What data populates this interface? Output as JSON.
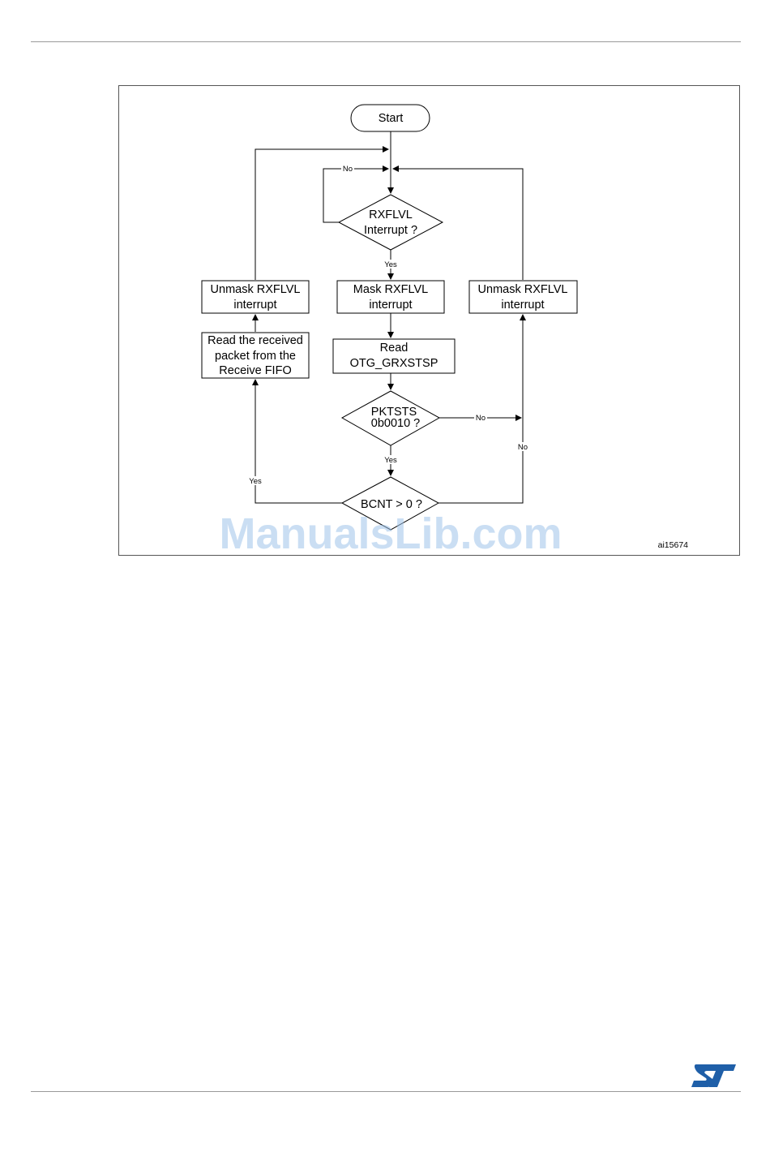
{
  "nodes": {
    "start": "Start",
    "decision_rxflvl": [
      "RXFLVL",
      "Interrupt ?"
    ],
    "mask_rxflvl": [
      "Mask RXFLVL",
      "interrupt"
    ],
    "unmask_left": [
      "Unmask RXFLVL",
      "interrupt"
    ],
    "unmask_right": [
      "Unmask RXFLVL",
      "interrupt"
    ],
    "read_grxstsp": [
      "Read",
      "OTG_GRXSTSP"
    ],
    "read_packet": [
      "Read the received",
      "packet from the",
      "Receive FIFO"
    ],
    "decision_pktsts": [
      "PKTSTS",
      "0b0010 ?"
    ],
    "decision_bcnt": "BCNT > 0 ?"
  },
  "edge_labels": {
    "no": "No",
    "yes": "Yes"
  },
  "figure_id": "ai15674",
  "watermark": "ManualsLib.com",
  "logo_text": "ST",
  "colors": {
    "watermark": "#9fc4ea",
    "logo": "#1f5fa8",
    "rule": "#9a9a9a"
  }
}
